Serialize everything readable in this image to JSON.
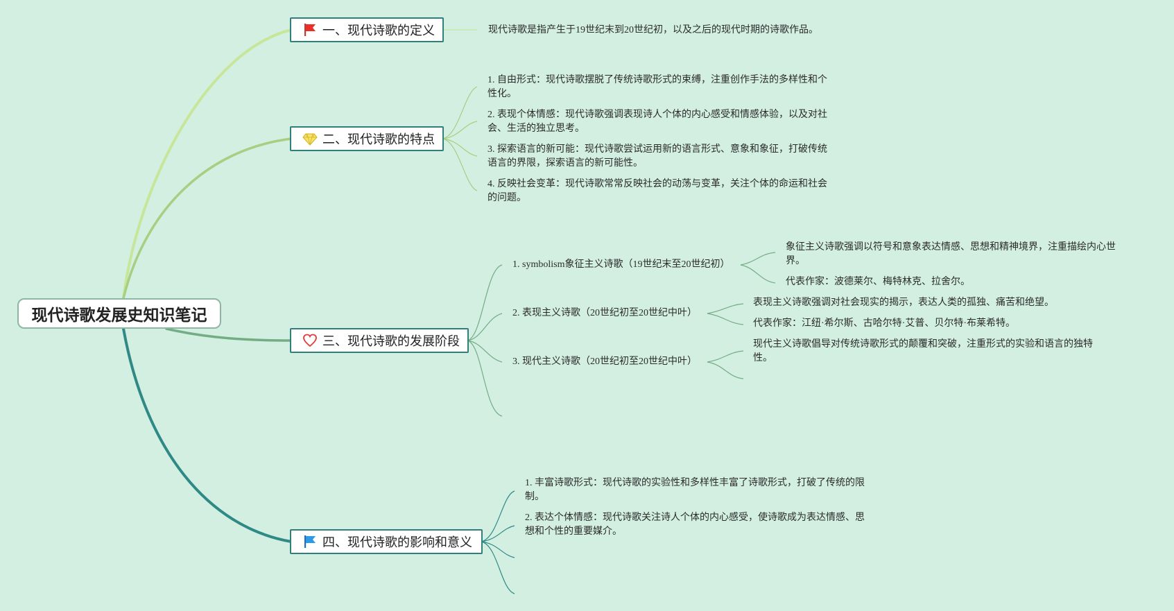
{
  "root": {
    "title": "现代诗歌发展史知识笔记"
  },
  "branches": [
    {
      "label": "一、现代诗歌的定义",
      "icon": "red-flag-icon"
    },
    {
      "label": "二、现代诗歌的特点",
      "icon": "diamond-icon"
    },
    {
      "label": "三、现代诗歌的发展阶段",
      "icon": "heart-icon"
    },
    {
      "label": "四、现代诗歌的影响和意义",
      "icon": "blue-flag-icon"
    }
  ],
  "definition": {
    "text": "现代诗歌是指产生于19世纪末到20世纪初，以及之后的现代时期的诗歌作品。"
  },
  "features": [
    "1. 自由形式：现代诗歌摆脱了传统诗歌形式的束缚，注重创作手法的多样性和个性化。",
    "2. 表现个体情感：现代诗歌强调表现诗人个体的内心感受和情感体验，以及对社会、生活的独立思考。",
    "3. 探索语言的新可能：现代诗歌尝试运用新的语言形式、意象和象征，打破传统语言的界限，探索语言的新可能性。",
    "4. 反映社会变革：现代诗歌常常反映社会的动荡与变革，关注个体的命运和社会的问题。"
  ],
  "stages": [
    {
      "label": "1. symbolism象征主义诗歌（19世纪末至20世纪初）",
      "details": [
        "象征主义诗歌强调以符号和意象表达情感、思想和精神境界，注重描绘内心世界。",
        "代表作家：波德莱尔、梅特林克、拉舍尔。"
      ]
    },
    {
      "label": "2. 表现主义诗歌（20世纪初至20世纪中叶）",
      "details": [
        "表现主义诗歌强调对社会现实的揭示，表达人类的孤独、痛苦和绝望。",
        "代表作家：江纽·希尔斯、古哈尔特·艾普、贝尔特·布莱希特。"
      ]
    },
    {
      "label": "3. 现代主义诗歌（20世纪初至20世纪中叶）",
      "details": [
        "现代主义诗歌倡导对传统诗歌形式的颠覆和突破，注重形式的实验和语言的独特性。"
      ]
    }
  ],
  "influence": [
    "1. 丰富诗歌形式：现代诗歌的实验性和多样性丰富了诗歌形式，打破了传统的限制。",
    "2. 表达个体情感：现代诗歌关注诗人个体的内心感受，使诗歌成为表达情感、思想和个性的重要媒介。"
  ],
  "colors": {
    "background": "#d2efe2",
    "branch1_link": "#c7e69a",
    "branch2_link": "#a6cf82",
    "branch3_link": "#74ac84",
    "branch4_link": "#2f8a86",
    "branch_border": "#2f7f7c"
  }
}
